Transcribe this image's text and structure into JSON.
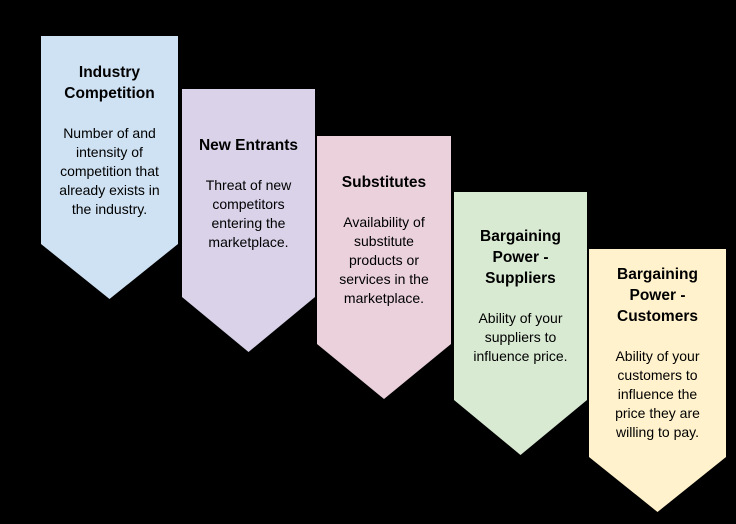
{
  "page": {
    "background_color": "#000000",
    "text_color": "#000000"
  },
  "banners": [
    {
      "id": "industry-competition",
      "title": "Industry\nCompetition",
      "body": "Number of and\nintensity of\ncompetition that\nalready exists in\nthe industry.",
      "color": "#cfe2f3"
    },
    {
      "id": "new-entrants",
      "title": "New Entrants",
      "body": "Threat of new\ncompetitors\nentering the\nmarketplace.",
      "color": "#d9d2e9"
    },
    {
      "id": "substitutes",
      "title": "Substitutes",
      "body": "Availability of\nsubstitute\nproducts or\nservices in the\nmarketplace.",
      "color": "#ead1dc"
    },
    {
      "id": "bargaining-power-suppliers",
      "title": "Bargaining\nPower -\nSuppliers",
      "body": "Ability of your\nsuppliers to\ninfluence price.",
      "color": "#d9ead3"
    },
    {
      "id": "bargaining-power-customers",
      "title": "Bargaining\nPower -\nCustomers",
      "body": "Ability of your\ncustomers to\ninfluence the\nprice they are\nwilling to pay.",
      "color": "#fff2cc"
    }
  ]
}
